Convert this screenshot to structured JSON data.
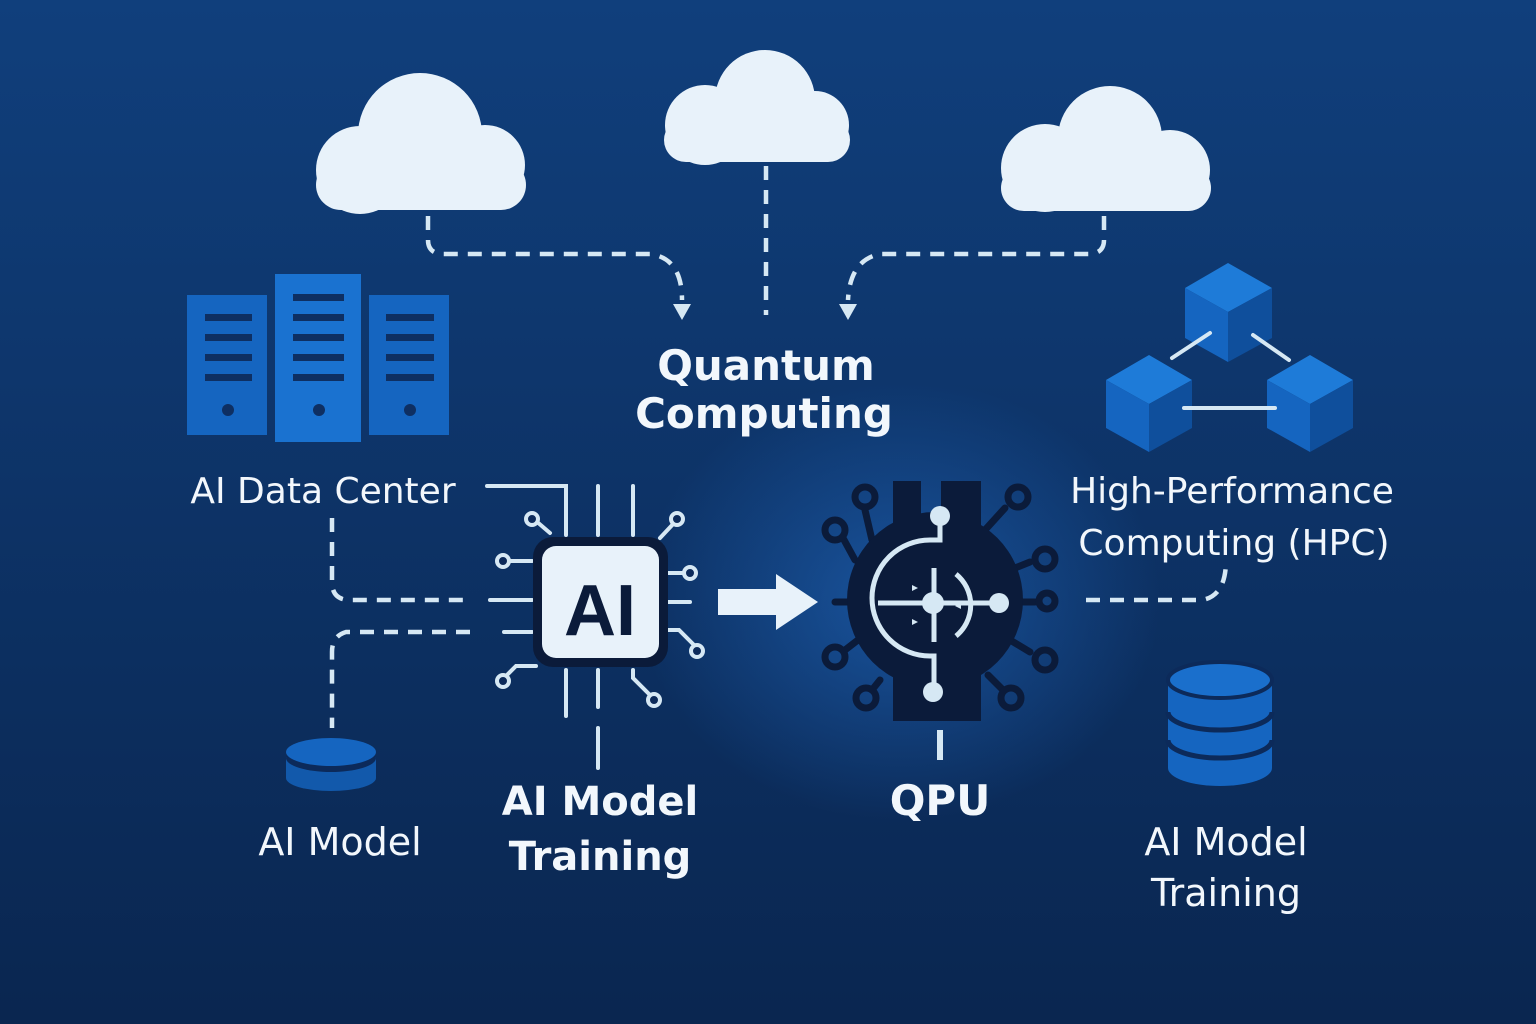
{
  "colors": {
    "background_top": "#103f7c",
    "background_bottom": "#0a2650",
    "icon_blue": "#1565c0",
    "icon_dark": "#0b1b3a",
    "line_light": "#d6e8f4",
    "cloud": "#e8f2fa",
    "text": "#f2f7fc"
  },
  "nodes": {
    "quantum": {
      "line1": "Quantum",
      "line2": "Computing",
      "icon": "cloud-icon"
    },
    "data_center": {
      "label": "AI Data Center",
      "icon": "server-rack-icon"
    },
    "hpc": {
      "line1": "High-Performance",
      "line2": "Computing (HPC)",
      "icon": "cubes-network-icon"
    },
    "ai_chip": {
      "chip_text": "AI",
      "line1": "AI Model",
      "line2": "Training",
      "icon": "ai-chip-icon"
    },
    "qpu": {
      "label": "QPU",
      "icon": "qpu-icon"
    },
    "ai_model": {
      "label": "AI Model",
      "icon": "database-icon"
    },
    "ai_model_training_right": {
      "line1": "AI Model",
      "line2": "Training",
      "icon": "database-stack-icon"
    }
  },
  "edges": [
    {
      "from": "cloud-left",
      "to": "quantum"
    },
    {
      "from": "cloud-center",
      "to": "quantum"
    },
    {
      "from": "cloud-right",
      "to": "quantum"
    },
    {
      "from": "data_center",
      "to": "ai_chip"
    },
    {
      "from": "ai_model",
      "to": "ai_chip"
    },
    {
      "from": "ai_chip",
      "to": "qpu"
    },
    {
      "from": "hpc",
      "to": "qpu"
    }
  ]
}
